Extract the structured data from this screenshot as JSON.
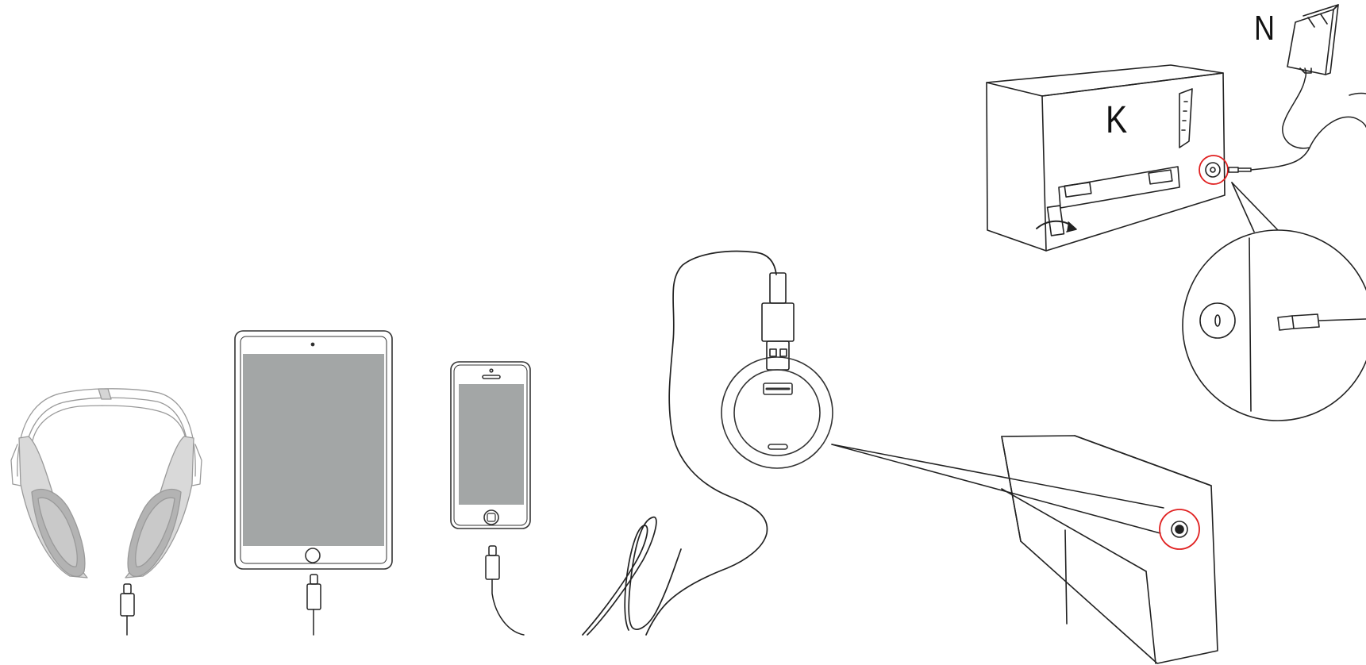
{
  "labels": {
    "power_adapter": "N",
    "furniture_unit": "K"
  },
  "devices": [
    {
      "name": "headphones"
    },
    {
      "name": "tablet"
    },
    {
      "name": "phone"
    }
  ],
  "colors": {
    "line": "#222222",
    "screen": "#a3a6a6",
    "headphone_gray": "#b9b9b9",
    "highlight": "#e02020"
  }
}
